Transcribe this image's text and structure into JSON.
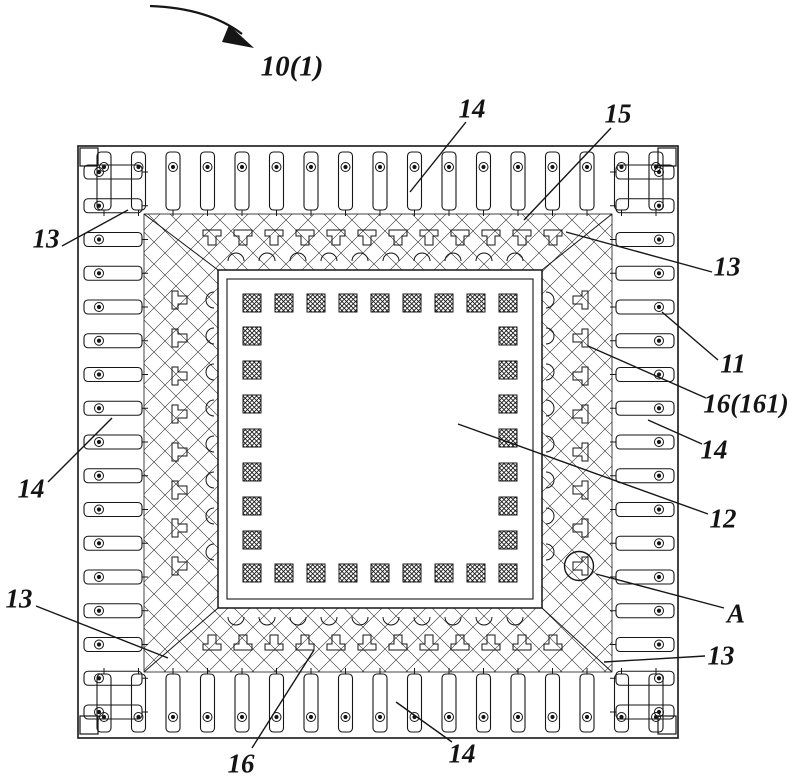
{
  "figure": {
    "labels": {
      "ref_10": "10(1)",
      "ref_14_top": "14",
      "ref_15": "15",
      "ref_13_left_top": "13",
      "ref_13_right_top": "13",
      "ref_11": "11",
      "ref_16_161": "16(161)",
      "ref_14_right": "14",
      "ref_12": "12",
      "ref_a": "A",
      "ref_13_right_bottom": "13",
      "ref_13_left_bottom": "13",
      "ref_14_left": "14",
      "ref_16_bottom": "16",
      "ref_14_bottom": "14"
    },
    "colors": {
      "line": "#161616",
      "background": "#ffffff"
    }
  }
}
